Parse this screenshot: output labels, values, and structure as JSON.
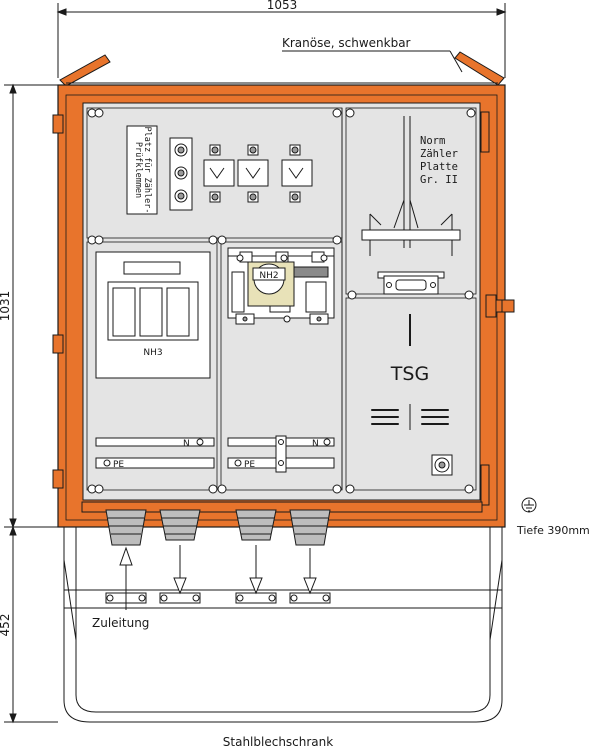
{
  "dimensions": {
    "width": "1053",
    "height_cabinet": "1031",
    "height_base": "452",
    "depth": "Tiefe 390mm"
  },
  "labels": {
    "crane_eye": "Kranöse, schwenkbar",
    "meter_terminal_space": [
      "Platz für Zähler-",
      "Prüfklemmen"
    ],
    "meter_plate": [
      "Norm",
      "Zähler",
      "Platte",
      "Gr. II"
    ],
    "nh3": "NH3",
    "nh2": "NH2",
    "tsg": "TSG",
    "n_left": "N",
    "n_right": "N",
    "pe_left": "PE",
    "pe_right": "PE",
    "feed": "Zuleitung",
    "material": "Stahlblechschrank"
  },
  "colors": {
    "housing": "#e8742c",
    "housing_dark": "#9a4412",
    "panel": "#e4e4e4",
    "line": "#1a1a1a"
  },
  "icons": {
    "ground": "earth-ground-icon"
  }
}
